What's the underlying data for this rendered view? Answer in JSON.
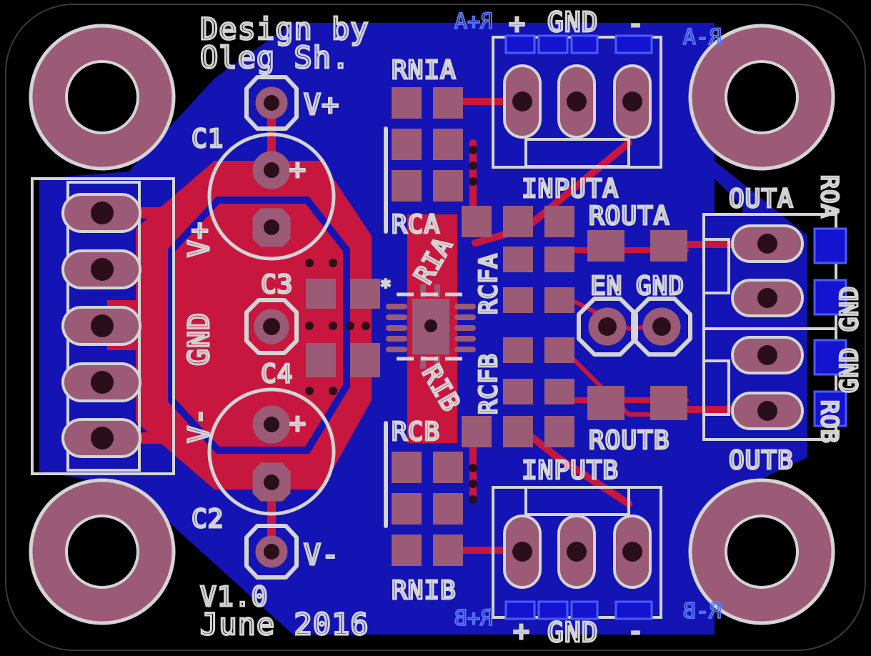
{
  "labels": {
    "design_by_1": "Design by",
    "design_by_2": "Oleg Sh.",
    "version": "V1.0",
    "date": "June 2016",
    "c1": "C1",
    "c2": "C2",
    "c3": "C3",
    "c4": "C4",
    "vplus_top": "V+",
    "vminus_bottom": "V-",
    "conn_vplus": "V+",
    "conn_gnd": "GND",
    "conn_vminus": "V-",
    "rnia": "RNIA",
    "rnib": "RNIB",
    "rca": "RCA",
    "rcb": "RCB",
    "ria": "RIA",
    "rib": "RIB",
    "rcfa": "RCFA",
    "rcfb": "RCFB",
    "inputa": "INPUTA",
    "inputb": "INPUTB",
    "routa": "ROUTA",
    "routb": "ROUTB",
    "en": "EN",
    "gnd_hdr": "GND",
    "outa": "OUTA",
    "outb": "OUTB",
    "top_plus": "+",
    "top_gnd": "GND",
    "top_minus": "-",
    "bot_plus": "+",
    "bot_gnd": "GND",
    "bot_minus": "-",
    "right_gnd": "GND GND",
    "right_roa": "ROA",
    "right_rob": "ROB",
    "bottom_ar": "R+A",
    "bottom_ar_right": "R-A",
    "bottom_br": "R+B",
    "bottom_br_right": "R-B",
    "star": "*"
  },
  "colors": {
    "board": "#000000",
    "bottom_copper": "#1414b4",
    "top_copper": "#c8173f",
    "pad": "#9b5a76",
    "silkscreen": "#d4d4d4"
  }
}
